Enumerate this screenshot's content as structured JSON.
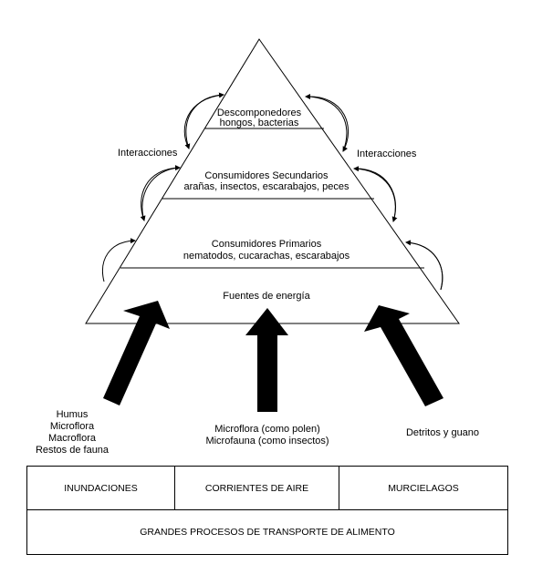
{
  "pyramid": {
    "levels": [
      {
        "title": "Descomponedores",
        "subtitle": "hongos, bacterias"
      },
      {
        "title": "Consumidores Secundarios",
        "subtitle": "arañas, insectos, escarabajos, peces"
      },
      {
        "title": "Consumidores Primarios",
        "subtitle": "nematodos, cucarachas, escarabajos"
      },
      {
        "title": "Fuentes de energía",
        "subtitle": ""
      }
    ],
    "interactions_left": "Interacciones",
    "interactions_right": "Interacciones"
  },
  "sources": {
    "left": [
      "Humus",
      "Microflora",
      "Macroflora",
      "Restos de fauna"
    ],
    "center": [
      "Microflora (como polen)",
      "Microfauna (como insectos)"
    ],
    "right": [
      "Detritos y guano"
    ]
  },
  "transport_table": {
    "row1": [
      "INUNDACIONES",
      "CORRIENTES DE AIRE",
      "MURCIELAGOS"
    ],
    "row2": "GRANDES PROCESOS DE TRANSPORTE DE ALIMENTO"
  },
  "colors": {
    "line": "#000000",
    "background": "#ffffff"
  }
}
